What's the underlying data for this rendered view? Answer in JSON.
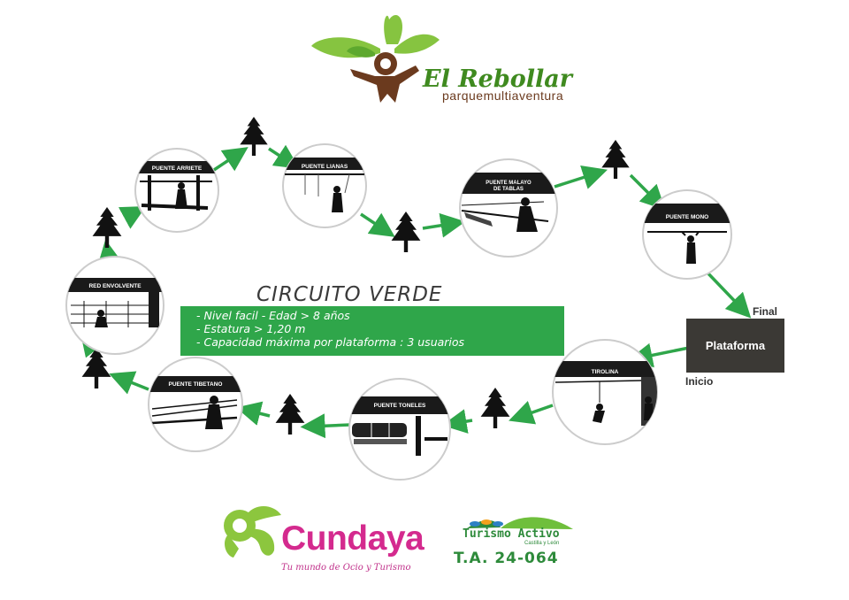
{
  "brand": {
    "title": "El Rebollar",
    "subtitle": "parquemultiaventura"
  },
  "circuit": {
    "title": "CIRCUITO VERDE",
    "info_lines": [
      "- Nivel facil  - Edad > 8 años",
      "- Estatura > 1,20 m",
      "- Capacidad máxima por plataforma : 3 usuarios"
    ],
    "info_color": "#2fa64a",
    "arrow_color": "#2fa64a"
  },
  "platform": {
    "label": "Plataforma",
    "start_label": "Inicio",
    "end_label": "Final"
  },
  "stations": {
    "tirolina": "TIROLINA",
    "puente_toneles": "PUENTE TONELES",
    "puente_tibetano": "PUENTE TIBETANO",
    "red_envolvente": "RED ENVOLVENTE",
    "puente_arriete": "PUENTE ARRIETE",
    "puente_lianas": "PUENTE LIANAS",
    "puente_malayo_l1": "PUENTE MALAYO",
    "puente_malayo_l2": "DE TABLAS",
    "puente_mono": "PUENTE MONO"
  },
  "footer": {
    "cundaya_name": "Cundaya",
    "cundaya_tagline": "Tu mundo de Ocio y Turismo",
    "turismo_title": "Turismo Activo",
    "turismo_sub": "Castilla y León",
    "license_code": "T.A. 24-064"
  }
}
